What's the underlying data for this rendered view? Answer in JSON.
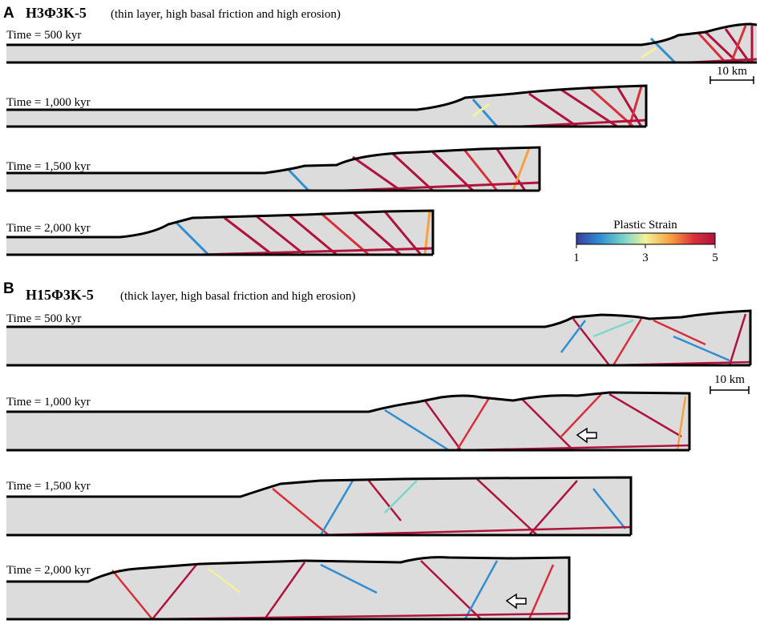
{
  "panel_a": {
    "letter": "A",
    "model_name": "H3Φ3K-5",
    "description": "(thin layer, high basal friction and high erosion)",
    "times": [
      "Time = 500 kyr",
      "Time = 1,000 kyr",
      "Time = 1,500 kyr",
      "Time = 2,000 kyr"
    ],
    "scale_bar": "10 km"
  },
  "panel_b": {
    "letter": "B",
    "model_name": "H15Φ3K-5",
    "description": "(thick layer, high basal friction and high erosion)",
    "times": [
      "Time = 500 kyr",
      "Time = 1,000 kyr",
      "Time = 1,500 kyr",
      "Time = 2,000 kyr"
    ],
    "scale_bar": "10 km"
  },
  "colorbar": {
    "title": "Plastic Strain",
    "ticks": [
      "1",
      "3",
      "5"
    ],
    "colors": [
      "#3b3b9e",
      "#2f8fd0",
      "#7fd6c8",
      "#f2f29a",
      "#f6a040",
      "#d8303a",
      "#b0143c"
    ]
  },
  "colors": {
    "fill": "#dcdcdc",
    "outline": "#000000",
    "shear_strong": "#b0143c",
    "shear_mid": "#e04040",
    "shear_low": "#2f8fd0"
  },
  "icons": [
    "arrow-icon",
    "arrow-icon"
  ]
}
